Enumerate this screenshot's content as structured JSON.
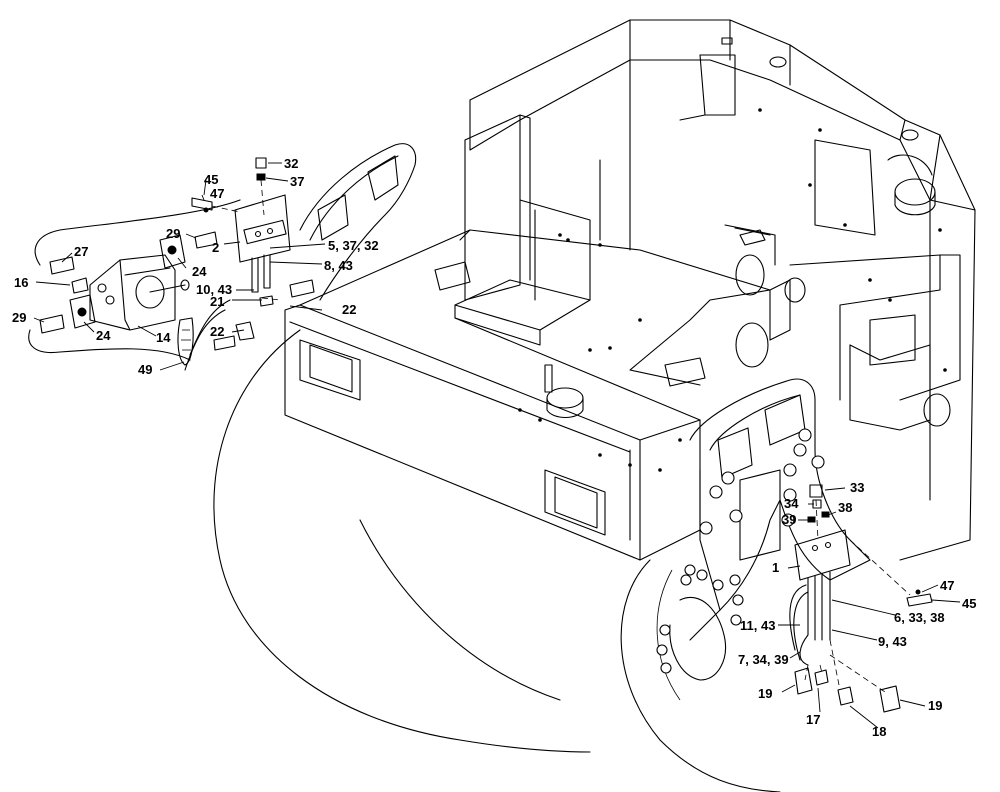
{
  "callouts": {
    "c32_top": "32",
    "c37_top": "37",
    "c45_left": "45",
    "c47_left": "47",
    "c29_upper": "29",
    "c27": "27",
    "c2": "2",
    "c5_37_32": "5, 37, 32",
    "c8_43": "8, 43",
    "c24_upper": "24",
    "c16": "16",
    "c10_43": "10, 43",
    "c21": "21",
    "c22_right": "22",
    "c29_lower": "29",
    "c24_lower": "24",
    "c22_left": "22",
    "c14": "14",
    "c49": "49",
    "c33": "33",
    "c34": "34",
    "c38": "38",
    "c39": "39",
    "c1": "1",
    "c47_right": "47",
    "c45_right": "45",
    "c6_33_38": "6, 33, 38",
    "c11_43": "11, 43",
    "c9_43": "9, 43",
    "c7_34_39": "7, 34, 39",
    "c19_left": "19",
    "c19_right": "19",
    "c17": "17",
    "c18": "18"
  }
}
